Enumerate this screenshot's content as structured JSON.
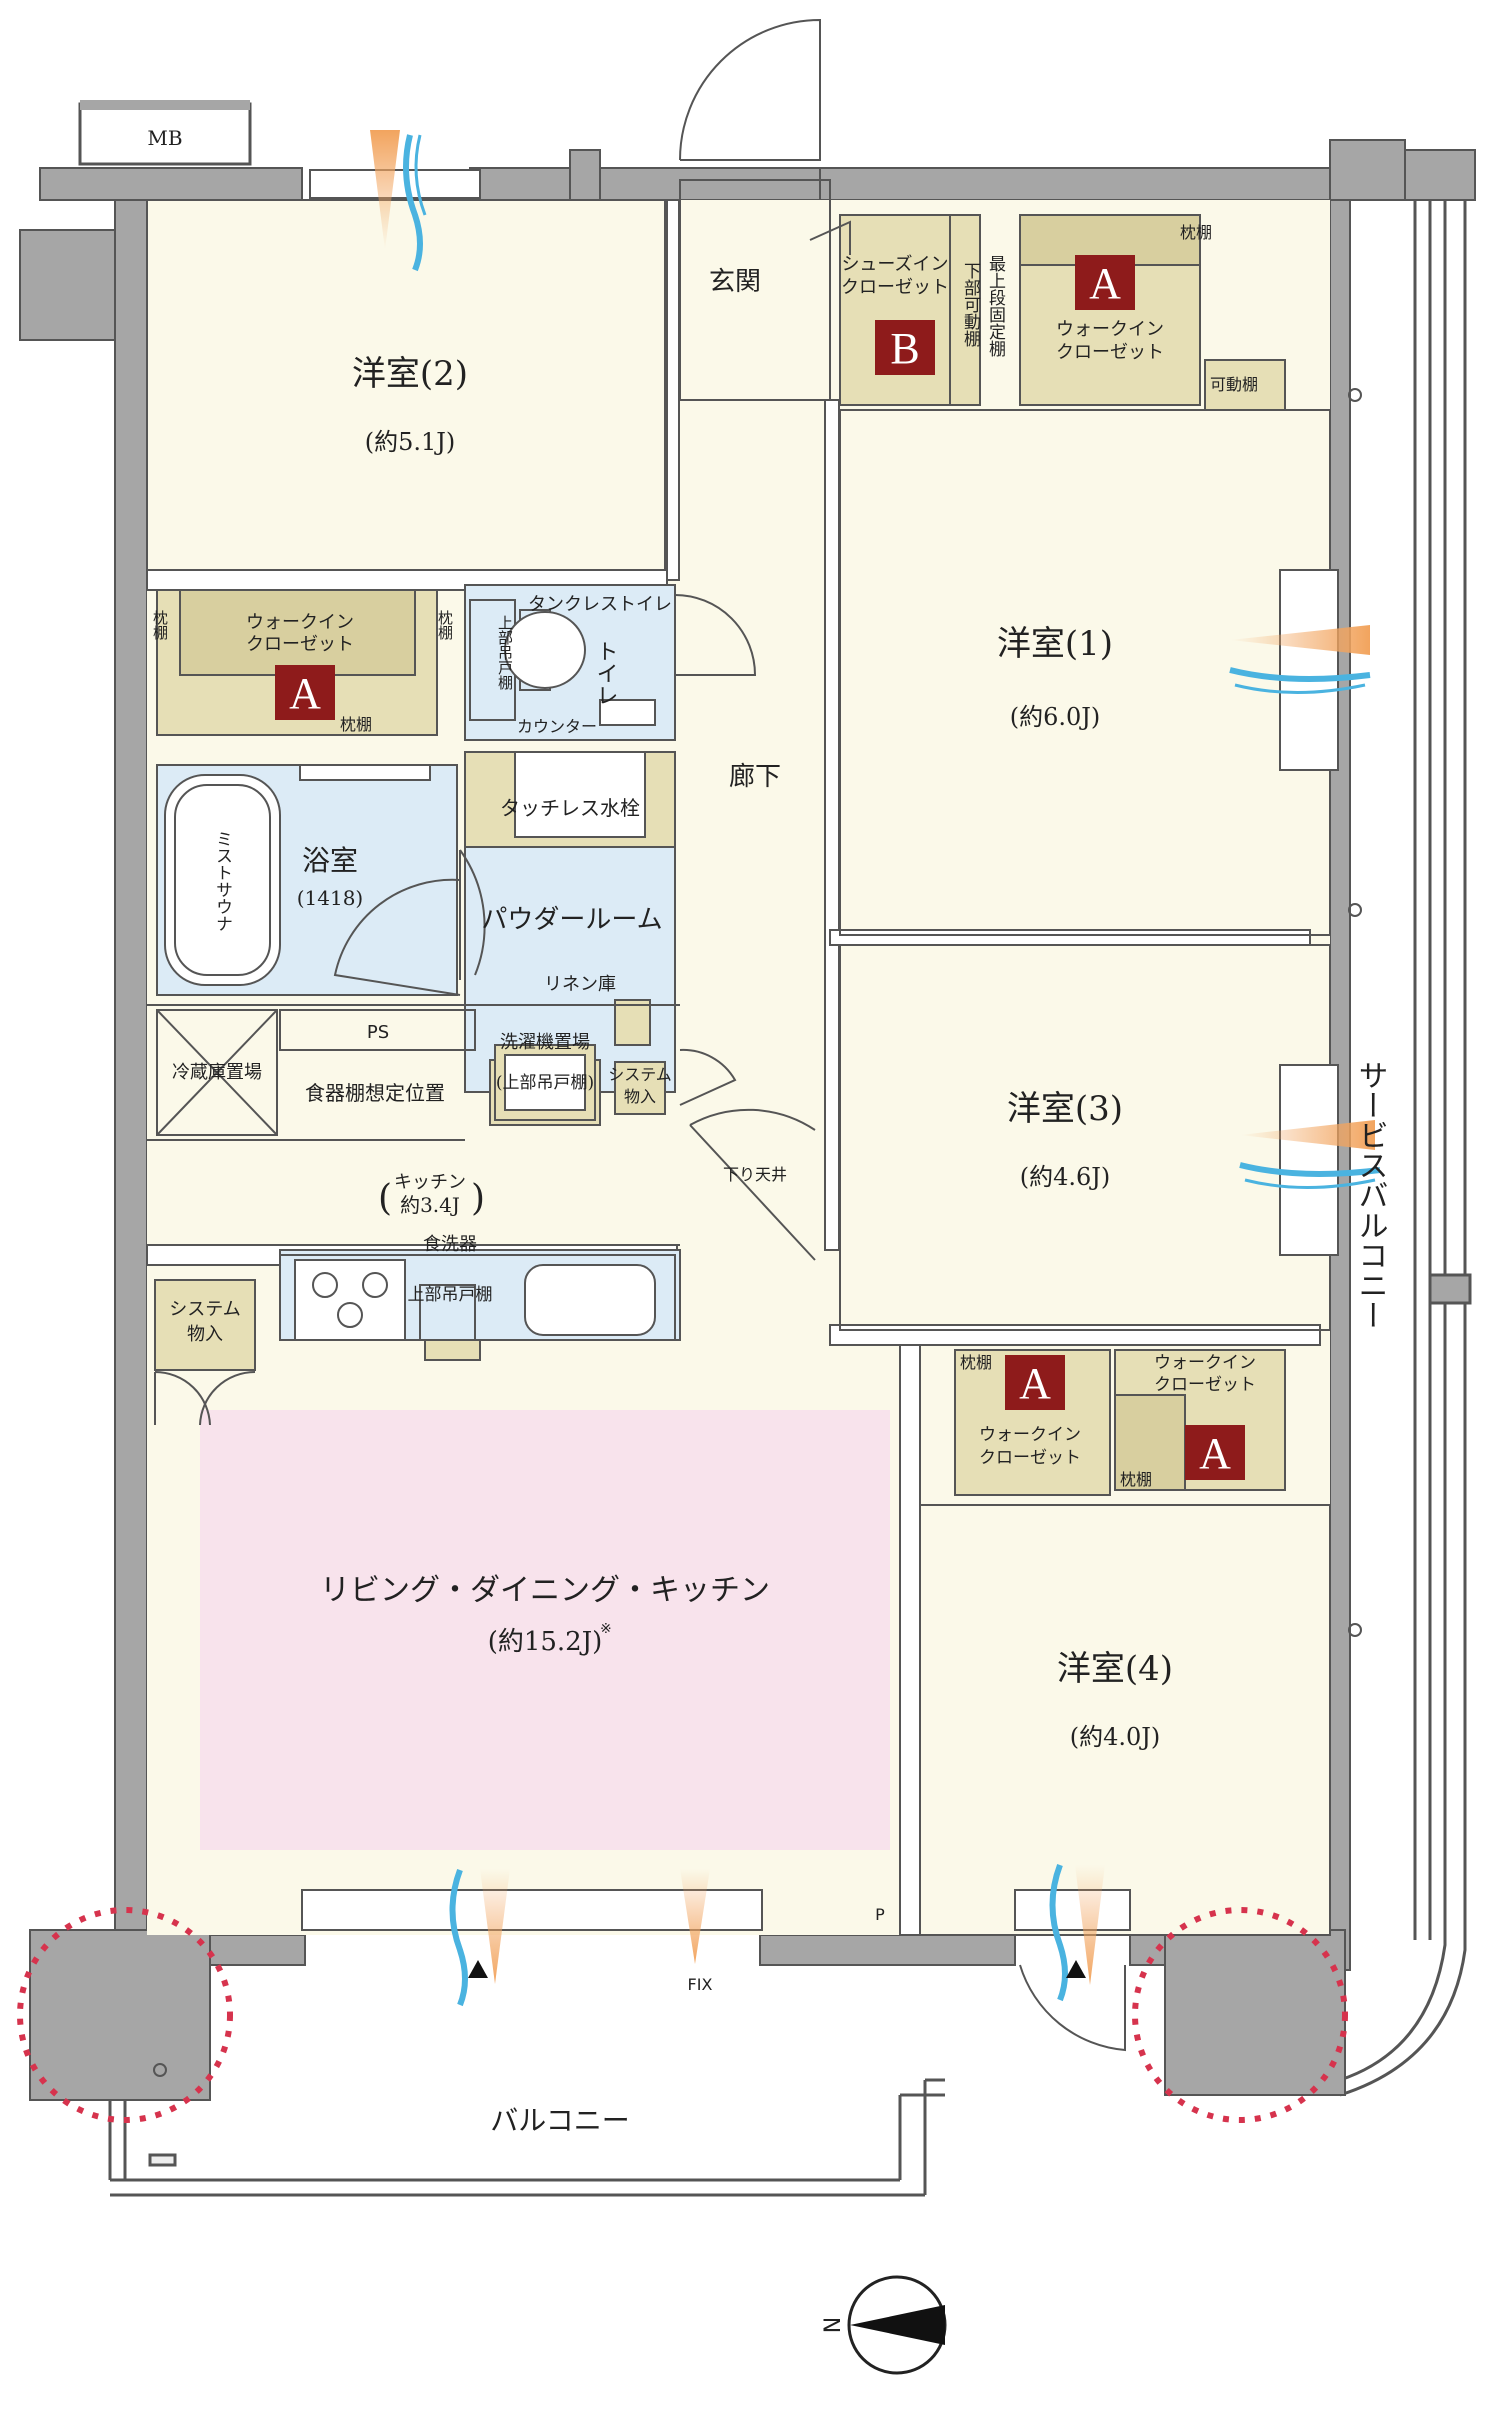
{
  "labels": {
    "mb": "MB",
    "genkan": "玄関",
    "shoes_closet": [
      "シューズイン",
      "クローゼット"
    ],
    "shoes_shelf": [
      "最上段固定棚",
      "下部可動棚"
    ],
    "wic_top": [
      "ウォークイン",
      "クローゼット"
    ],
    "makurdana": "枕棚",
    "kadodana": "可動棚",
    "room2": "洋室(2)",
    "room2_size": "(約5.1J)",
    "room1": "洋室(1)",
    "room1_size": "(約6.0J)",
    "room3": "洋室(3)",
    "room3_size": "(約4.6J)",
    "room4": "洋室(4)",
    "room4_size": "(約4.0J)",
    "wic_left": [
      "ウォークイン",
      "クローゼット"
    ],
    "toilet_title": "タンクレストイレ",
    "toilet": "トイレ",
    "toilet_shelf": "上部吊戸棚",
    "counter": "カウンター",
    "corridor": "廊下",
    "bath": "浴室",
    "bath_size": "(1418)",
    "mist_sauna": "ミストサウナ",
    "touchless": "タッチレス水栓",
    "powder": "パウダールーム",
    "linen": "リネン庫",
    "washer": "洗濯機置場",
    "washer_shelf": "(上部吊戸棚)",
    "system_storage": [
      "システム",
      "物入"
    ],
    "ps": "PS",
    "fridge": "冷蔵庫置場",
    "dish_shelf": "食器棚想定位置",
    "kitchen": "キッチン",
    "kitchen_size": "約3.4J",
    "shimoriten": "下り天井",
    "dishwasher": "食洗器",
    "kitchen_shelf": "上部吊戸棚",
    "ldk": "リビング・ダイニング・キッチン",
    "ldk_size": "(約15.2J)",
    "ldk_note": "※",
    "wic_mid": [
      "ウォークイン",
      "クローゼット"
    ],
    "p": "P",
    "fix": "FIX",
    "balcony": "バルコニー",
    "service_balcony": "サービスバルコニー",
    "badge_a": "A",
    "badge_b": "B",
    "compass_n": "N"
  },
  "colors": {
    "room_fill": "#fbf9e9",
    "wall": "#a6a6a6",
    "wet_fill": "#dcebf6",
    "ldk_fill": "#f8e3ec",
    "closet_fill": "#e6dfb6",
    "closet_dark": "#d8cf9f",
    "badge": "#8e1b1b",
    "circle": "#d6334d",
    "wind_blue": "#4ab3e0",
    "wind_orange": "#f2a45e"
  }
}
